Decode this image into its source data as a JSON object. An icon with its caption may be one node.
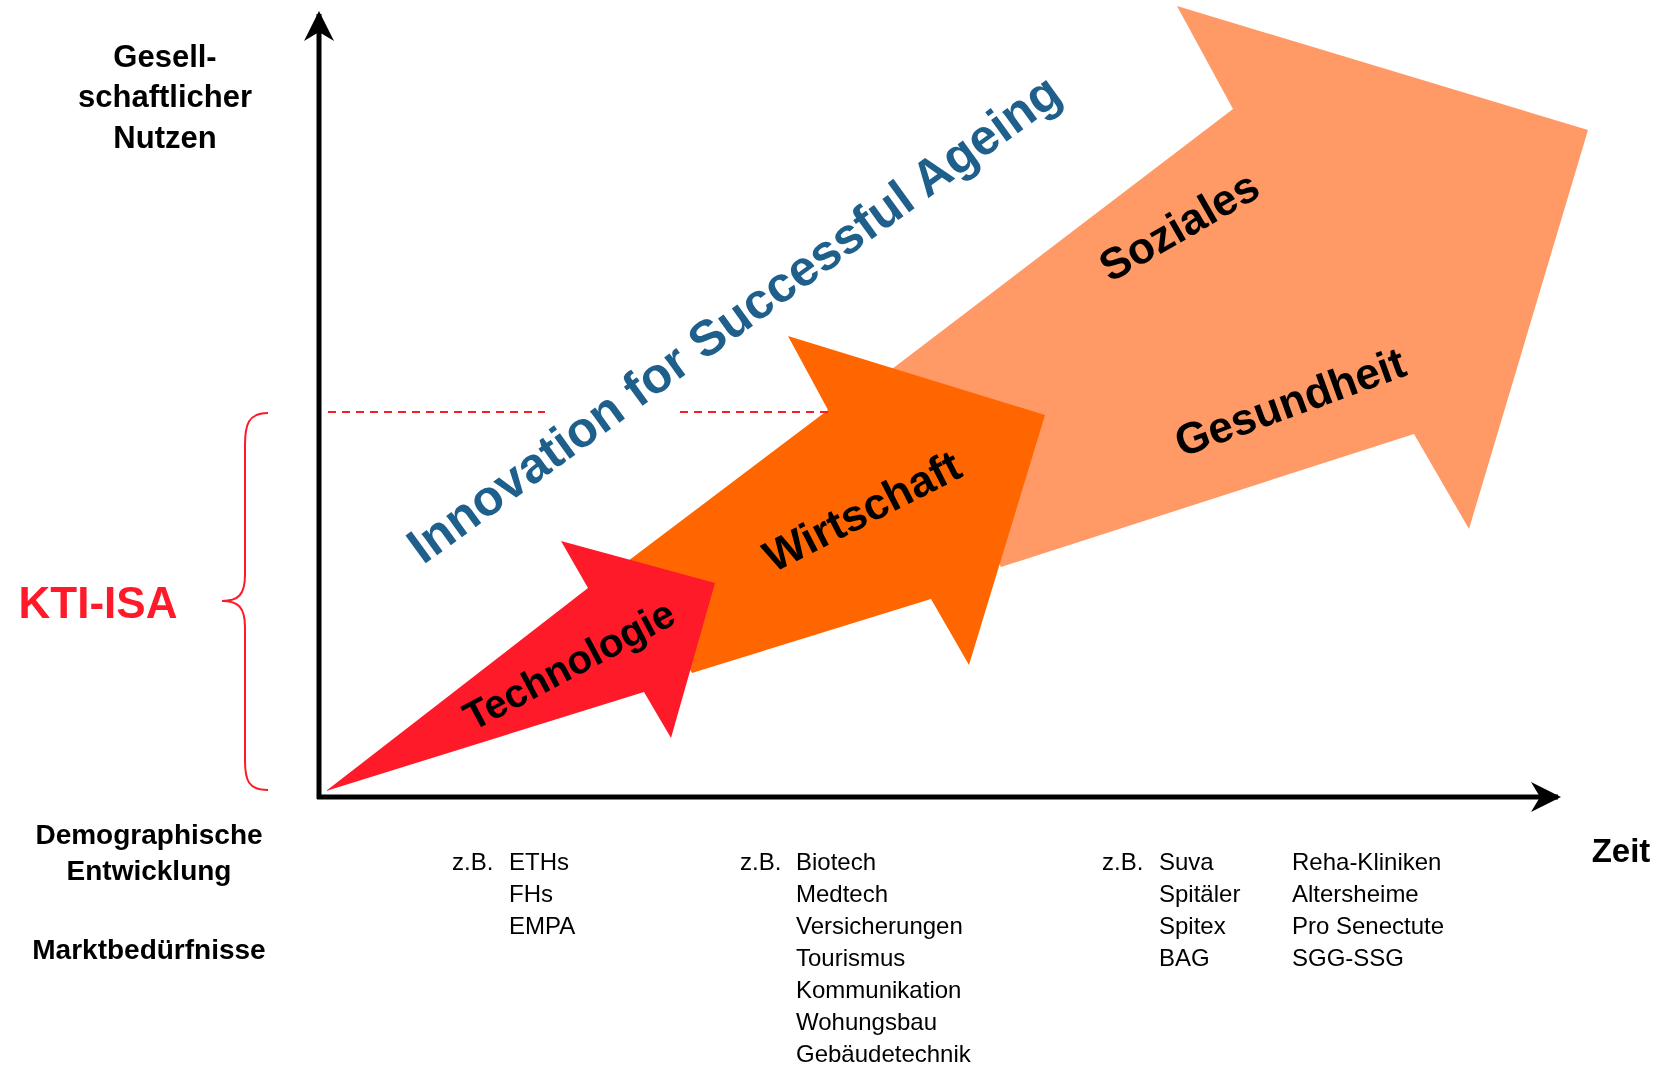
{
  "diagram": {
    "nodes": [
      {
        "text": [
          "Soziales",
          "Gesundheit"
        ]
      },
      {
        "text": [
          "Wirtschaft"
        ]
      },
      {
        "text": [
          "Technologie"
        ]
      }
    ],
    "edges": [],
    "labels": [
      "Gesell- schaftlicher Nutzen",
      "Innovation for Successful Ageing",
      "KTI-ISA",
      "Demographische Entwicklung",
      "Marktbedürfnisse",
      "Zeit",
      "z.B.",
      "ETHs",
      "FHs",
      "EMPA",
      "z.B.",
      "Biotech",
      "Medtech",
      "Versicherungen",
      "Tourismus",
      "Kommunikation",
      "Wohungsbau",
      "Gebäudetechnik",
      "z.B.",
      "Suva",
      "Spitäler",
      "Spitex",
      "BAG",
      "Reha-Kliniken",
      "Altersheime",
      "Pro Senectute",
      "SGG-SSG"
    ]
  }
}
